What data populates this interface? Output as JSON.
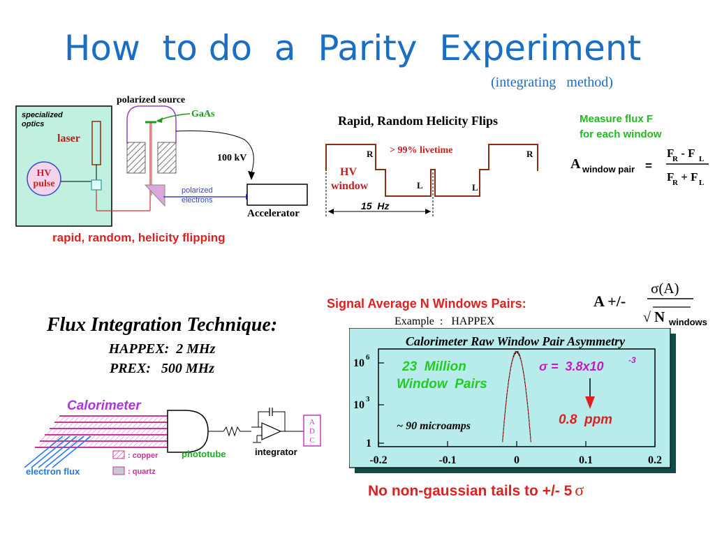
{
  "slide": {
    "title": "How  to do  a  Parity  Experiment",
    "subtitle": "(integrating   method)"
  },
  "source_diagram": {
    "box_label_line1": "specialized",
    "box_label_line2": "optics",
    "laser": "laser",
    "hv_line1": "HV",
    "hv_line2": "pulse",
    "polarized_source": "polarized source",
    "gaas": "GaAs",
    "voltage": "100 kV",
    "electrons_line1": "polarized",
    "electrons_line2": "electrons",
    "accelerator": "Accelerator",
    "caption": "rapid, random, helicity flipping"
  },
  "helicity_diagram": {
    "title": "Rapid, Random Helicity Flips",
    "livetime": "> 99% livetime",
    "r1": "R",
    "r2": "R",
    "l1": "L",
    "l2": "L",
    "hv_window_line1": "HV",
    "hv_window_line2": "window",
    "frequency": "15  Hz"
  },
  "asymmetry_formula": {
    "note_line1": "Measure flux F",
    "note_line2": "for each window",
    "a": "A",
    "subscript": "window pair",
    "equals": "=",
    "num_f1": "F",
    "num_r": "R",
    "num_minus": " - F",
    "num_l": "L",
    "den_f1": "F",
    "den_r": "R",
    "den_plus": " + F",
    "den_l": "L"
  },
  "signal_average": {
    "label": "Signal Average N Windows Pairs:",
    "a_pm": "A +/-",
    "sigma": "σ(A)",
    "n": "N",
    "n_sub": "windows",
    "sqrt": "√"
  },
  "flux_integration": {
    "heading": "Flux Integration Technique:",
    "happex": "HAPPEX:  2 MHz",
    "prex": "PREX:   500 MHz"
  },
  "calorimeter_diagram": {
    "calorimeter": "Calorimeter",
    "copper": ": copper",
    "quartz": ": quartz",
    "phototube": "phototube",
    "integrator": "integrator",
    "adc_a": "A",
    "adc_d": "D",
    "adc_c": "C",
    "electron_flux": "electron flux"
  },
  "example": {
    "label": "Example  :   HAPPEX"
  },
  "plot": {
    "title": "Calorimeter Raw Window Pair Asymmetry",
    "millions_line1": "23  Million",
    "millions_line2": "Window  Pairs",
    "sigma_label": "σ =  3.8x10",
    "sigma_exp": "-3",
    "current": "~ 90 microamps",
    "ppm": "0.8  ppm",
    "y_tick_1": "1",
    "y_tick_3_base": "10",
    "y_tick_3_exp": "3",
    "y_tick_6_base": "10",
    "y_tick_6_exp": "6",
    "x_ticks": [
      "-0.2",
      "-0.1",
      "0",
      "0.1",
      "0.2"
    ],
    "caption": "No non-gaussian tails to +/- 5",
    "caption_sigma": "σ"
  },
  "chart_data": {
    "type": "line",
    "title": "Calorimeter Raw Window Pair Asymmetry",
    "xlim": [
      -0.2,
      0.2
    ],
    "x_ticks": [
      -0.2,
      -0.1,
      0,
      0.1,
      0.2
    ],
    "y_scale": "log",
    "y_ticks": [
      "1",
      "10^3",
      "10^6"
    ],
    "distribution": "gaussian",
    "mean": 0,
    "sigma": 0.0038,
    "grid": false,
    "colors": {
      "fit": "#e03030",
      "histogram": "#000000",
      "plot_bg": "#b8ecec"
    }
  },
  "colors": {
    "title_blue": "#1a6fc4",
    "red_text": "#e02020",
    "green_text": "#22b822",
    "magenta": "#cc33cc",
    "teal_box": "#bff0e0",
    "dark_red": "#9b2d12"
  }
}
